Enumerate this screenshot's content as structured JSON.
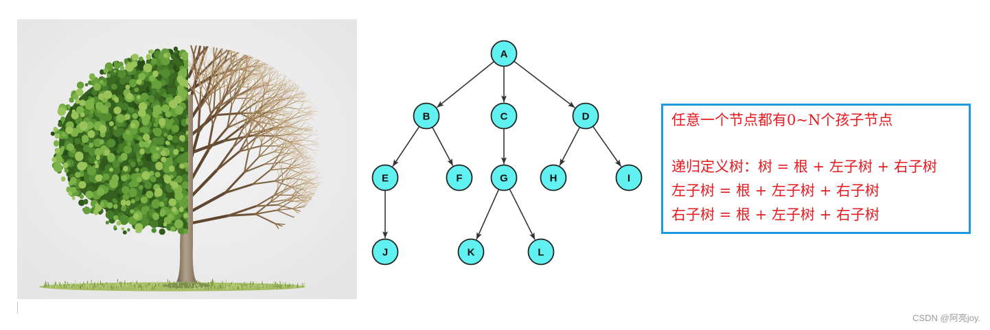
{
  "illustration": {
    "icon": "tree-icon"
  },
  "tree_diagram": {
    "root": {
      "label": "A",
      "children": [
        {
          "label": "B",
          "children": [
            {
              "label": "E",
              "children": [
                {
                  "label": "J"
                }
              ]
            },
            {
              "label": "F"
            }
          ]
        },
        {
          "label": "C",
          "children": [
            {
              "label": "G",
              "children": [
                {
                  "label": "K"
                },
                {
                  "label": "L"
                }
              ]
            }
          ]
        },
        {
          "label": "D",
          "children": [
            {
              "label": "H"
            },
            {
              "label": "I"
            }
          ]
        }
      ]
    },
    "colors": {
      "node_fill": "#62F1F1",
      "node_stroke": "#222222",
      "edge": "#333333"
    }
  },
  "definition_box": {
    "lines": [
      "任意一个节点都有0~N个孩子节点",
      "递归定义树：树 = 根 + 左子树 + 右子树",
      "左子树 = 根 + 左子树 + 右子树",
      "右子树 = 根 + 左子树 + 右子树"
    ],
    "colors": {
      "text": "#E8191E",
      "border": "#1E9AE0"
    }
  },
  "watermark": "CSDN @阿亮joy."
}
